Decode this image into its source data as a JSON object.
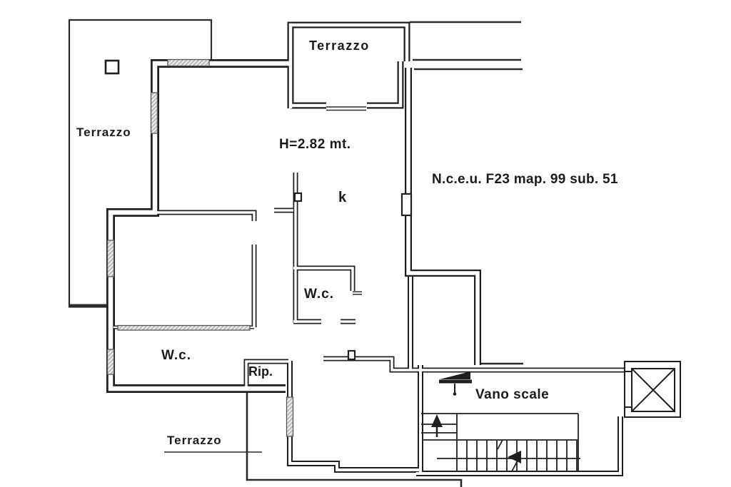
{
  "drawing": {
    "labels": {
      "terrace_top": "Terrazzo",
      "terrace_left": "Terrazzo",
      "terrace_bottom": "Terrazzo",
      "ceiling_height": "H=2.82 mt.",
      "kitchen": "k",
      "cadastral_reference": "N.c.e.u. F23 map. 99 sub. 51",
      "wc_small": "W.c.",
      "wc_large": "W.c.",
      "storage": "Rip.",
      "stairwell": "Vano scale"
    },
    "symbols": {
      "entrance_door": "door-swing-icon",
      "stairs_up": "up-arrow-icon",
      "stairs_down": "down-arrow-icon",
      "elevator": "elevator-x-icon",
      "pillar": "square-pillar-icon"
    },
    "colors": {
      "line": "#1f1f1f",
      "wall_core": "#ffffff",
      "window_hatch": "#8a8a8a",
      "background": "#ffffff"
    }
  }
}
